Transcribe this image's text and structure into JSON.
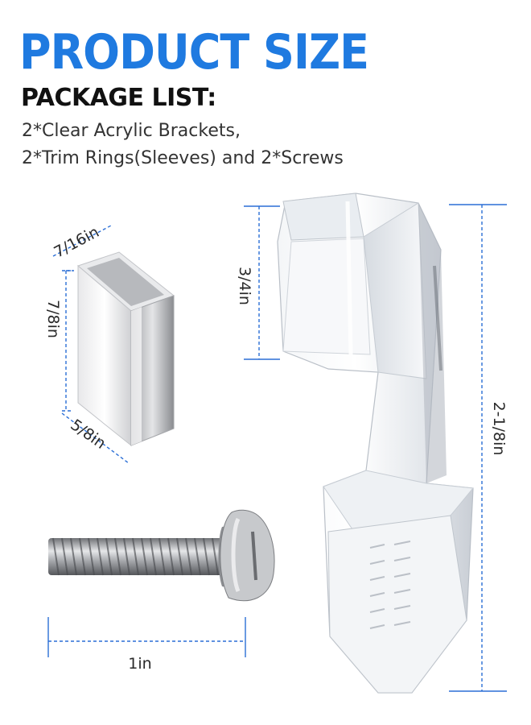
{
  "header": {
    "title": "PRODUCT SIZE",
    "package_heading": "PACKAGE LIST:",
    "package_lines": [
      "2*Clear Acrylic Brackets,",
      "2*Trim Rings(Sleeves) and 2*Screws"
    ]
  },
  "dimensions": {
    "sleeve_width": "7/16in",
    "sleeve_height": "7/8in",
    "sleeve_depth": "5/8in",
    "bracket_top": "3/4in",
    "bracket_total": "2-1/8in",
    "screw_length": "1in"
  },
  "colors": {
    "accent": "#1f7ae0",
    "dimension_line": "#2b6fd6"
  }
}
